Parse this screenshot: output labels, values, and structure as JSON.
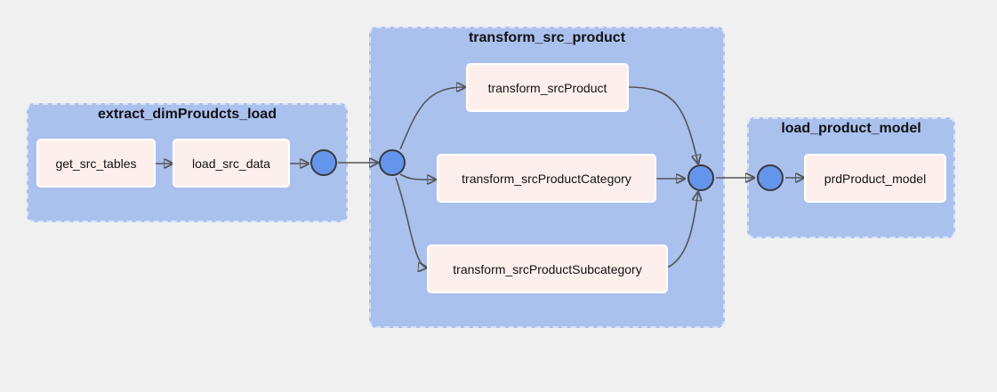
{
  "groups": {
    "extract": {
      "title": "extract_dimProudcts_load"
    },
    "transform": {
      "title": "transform_src_product"
    },
    "load": {
      "title": "load_product_model"
    }
  },
  "nodes": {
    "get_src_tables": "get_src_tables",
    "load_src_data": "load_src_data",
    "transform_srcProduct": "transform_srcProduct",
    "transform_srcProductCategory": "transform_srcProductCategory",
    "transform_srcProductSubcategory": "transform_srcProductSubcategory",
    "prdProduct_model": "prdProduct_model"
  },
  "colors": {
    "background": "#f0f0f0",
    "group_fill": "#aac1ee",
    "node_fill": "#fdf0ec",
    "join_fill": "#6495ed",
    "edge": "#555555"
  }
}
